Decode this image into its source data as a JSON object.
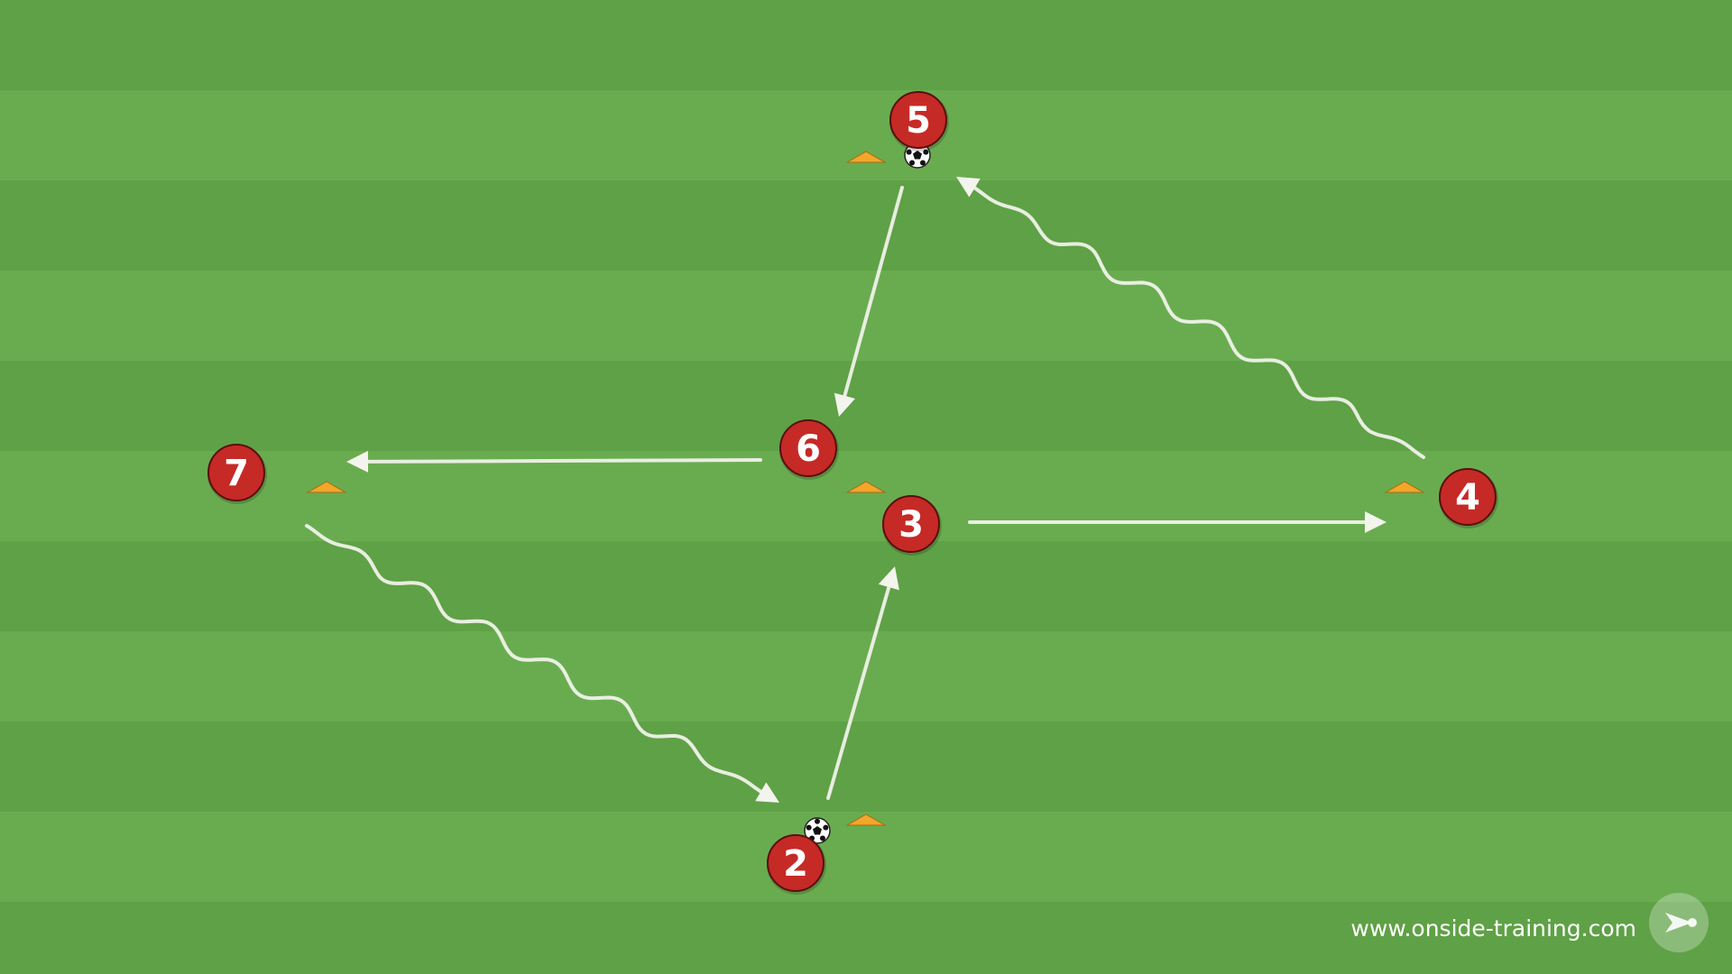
{
  "colors": {
    "player_fill": "#c62a26",
    "player_stroke": "#5a0f0d",
    "cone": "#f2a62a",
    "line": "#f4f4ee"
  },
  "players": [
    {
      "id": "5",
      "label": "5"
    },
    {
      "id": "6",
      "label": "6"
    },
    {
      "id": "7",
      "label": "7"
    },
    {
      "id": "3",
      "label": "3"
    },
    {
      "id": "4",
      "label": "4"
    },
    {
      "id": "2",
      "label": "2"
    }
  ],
  "balls": [
    {
      "id": "ball-with-5"
    },
    {
      "id": "ball-with-2"
    }
  ],
  "movements": [
    {
      "id": "pass-5-to-6",
      "kind": "pass"
    },
    {
      "id": "pass-6-to-7",
      "kind": "pass"
    },
    {
      "id": "run-7-to-2",
      "kind": "dribble"
    },
    {
      "id": "pass-2-to-3",
      "kind": "pass"
    },
    {
      "id": "pass-3-to-4",
      "kind": "pass"
    },
    {
      "id": "run-4-to-5",
      "kind": "dribble"
    }
  ],
  "watermark": {
    "text": "www.onside-training.com",
    "icon": "onside-logo-icon"
  }
}
